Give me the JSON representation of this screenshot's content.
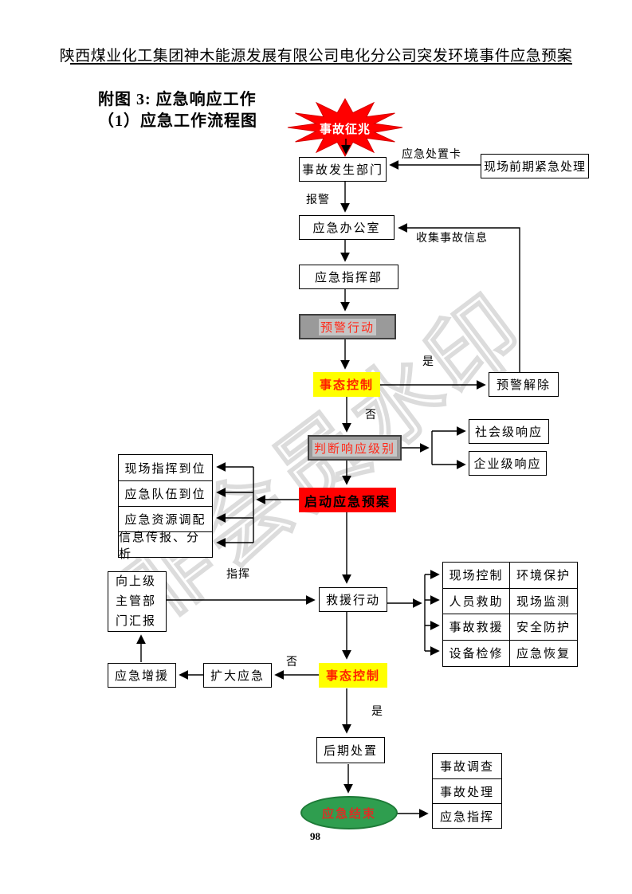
{
  "page": {
    "header": "陕西煤业化工集团神木能源发展有限公司电化分公司突发环境事件应急预案",
    "title_line1": "附图 3: 应急响应工作",
    "title_line2": "（1）应急工作流程图",
    "watermark": "非会员水印",
    "page_number": "98"
  },
  "flowchart": {
    "burst_label": "事故征兆",
    "nodes": {
      "incident_dept": "事故发生部门",
      "onsite_pre_handle": "现场前期紧急处理",
      "emergency_office": "应急办公室",
      "emergency_hq": "应急指挥部",
      "warning_action": "预警行动",
      "situation_control_1": "事态控制",
      "warning_lift": "预警解除",
      "judge_level": "判断响应级别",
      "social_response": "社会级响应",
      "enterprise_response": "企业级响应",
      "start_plan": "启动应急预案",
      "left_list": [
        "现场指挥到位",
        "应急队伍到位",
        "应急资源调配",
        "信息传报、分析"
      ],
      "report_superior": "向上级主管部门汇报",
      "rescue_action": "救援行动",
      "rescue_table": [
        [
          "现场控制",
          "环境保护"
        ],
        [
          "人员救助",
          "现场监测"
        ],
        [
          "事故救援",
          "安全防护"
        ],
        [
          "设备检修",
          "应急恢复"
        ]
      ],
      "situation_control_2": "事态控制",
      "expand_emergency": "扩大应急",
      "emergency_reinforce": "应急增援",
      "post_disposal": "后期处置",
      "emergency_end": "应急结束",
      "end_list": [
        "事故调查",
        "事故处理",
        "应急指挥"
      ]
    },
    "edge_labels": {
      "response_card": "应急处置卡",
      "alarm": "报警",
      "collect_info": "收集事故信息",
      "yes_1": "是",
      "no_1": "否",
      "command": "指挥",
      "no_2": "否",
      "yes_2": "是"
    },
    "colors": {
      "burst_red": "#ff0000",
      "gray_box": "#9a9a9a",
      "yellow_box": "#ffff00",
      "plan_red": "#ff0000",
      "end_green": "#2f9e4f",
      "red_text": "#ff2000",
      "watermark_gray": "#dcdcdc"
    }
  }
}
